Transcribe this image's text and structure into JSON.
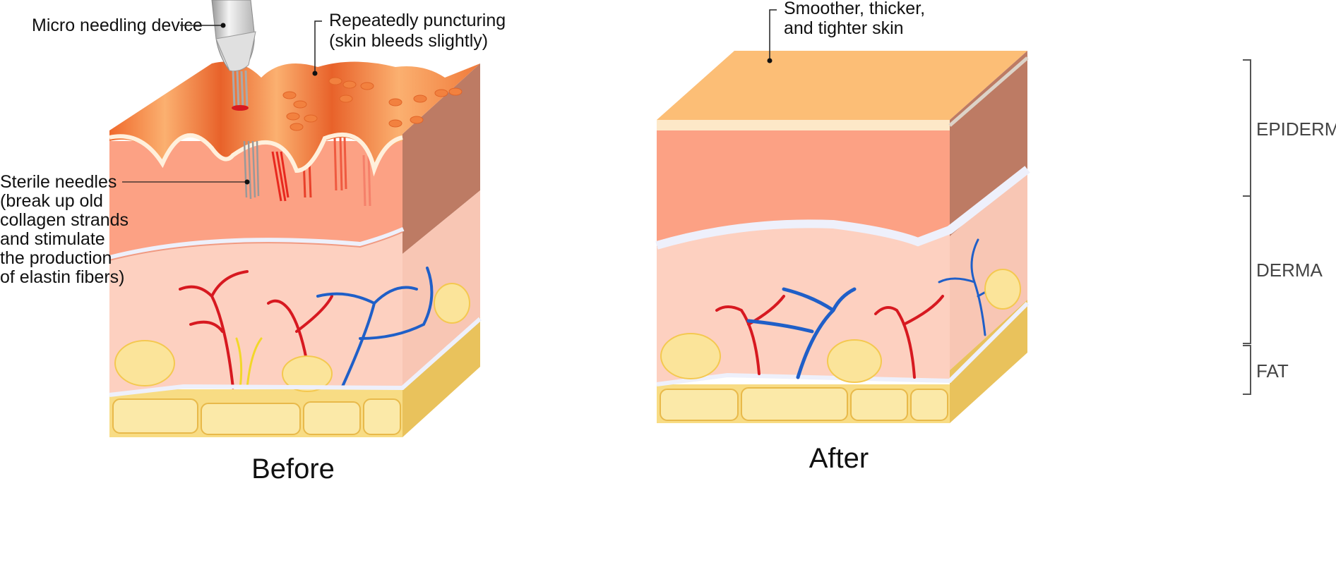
{
  "before": {
    "title": "Before",
    "labels": {
      "device": "Micro needling device",
      "puncturing": [
        "Repeatedly puncturing",
        "(skin bleeds slightly)"
      ],
      "needles": [
        "Sterile needles",
        "(break up old",
        "collagen strands",
        "and stimulate",
        "the production",
        "of elastin fibers)"
      ]
    }
  },
  "after": {
    "title": "After",
    "labels": {
      "result": [
        "Smoother, thicker,",
        "and tighter skin"
      ]
    }
  },
  "layers": {
    "epidermis": "EPIDERMIS",
    "derma": "DERMA",
    "fat": "FAT"
  },
  "colors": {
    "epidermis_top": "#f07a3a",
    "epidermis": "#fca184",
    "epidermis_side": "#bd7b64",
    "derma": "#fdd0c0",
    "fat": "#f8dc84",
    "artery": "#d71920",
    "vein": "#1f5fc8",
    "after_top": "#fcbe76"
  }
}
